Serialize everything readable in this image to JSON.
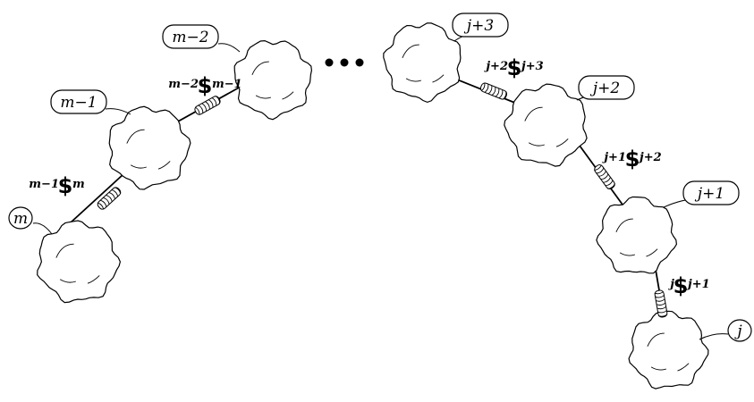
{
  "nodes": [
    {
      "id": "m",
      "label": "m"
    },
    {
      "id": "m-1",
      "label": "m−1"
    },
    {
      "id": "m-2",
      "label": "m−2"
    },
    {
      "id": "j+3",
      "label": "j+3"
    },
    {
      "id": "j+2",
      "label": "j+2"
    },
    {
      "id": "j+1",
      "label": "j+1"
    },
    {
      "id": "j",
      "label": "j"
    }
  ],
  "springs": [
    {
      "id": "m-1_m",
      "left": "m−1",
      "right": "m"
    },
    {
      "id": "m-2_m-1",
      "left": "m−2",
      "right": "m−1"
    },
    {
      "id": "j+2_j+3",
      "left": "j+2",
      "right": "j+3"
    },
    {
      "id": "j+1_j+2",
      "left": "j+1",
      "right": "j+2"
    },
    {
      "id": "j_j+1",
      "left": "j",
      "right": "j+1"
    }
  ],
  "spring_symbol": "$"
}
